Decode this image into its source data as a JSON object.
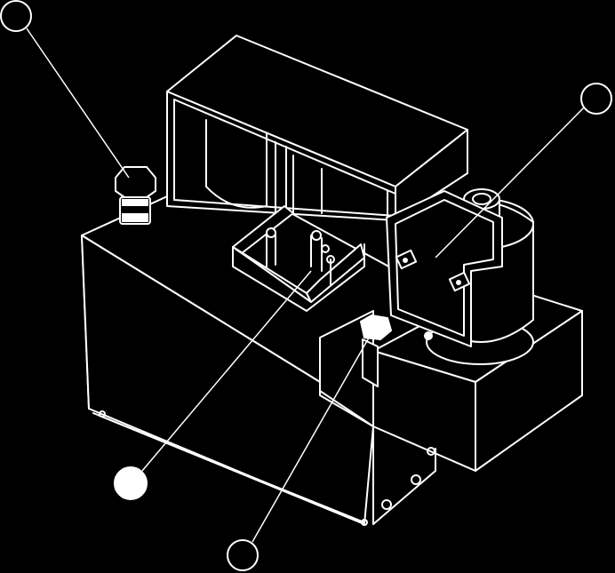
{
  "diagram": {
    "background": "#000000",
    "line_color": "#ffffff",
    "callouts": [
      {
        "id": "callout-top-left",
        "style": "open"
      },
      {
        "id": "callout-top-right",
        "style": "open"
      },
      {
        "id": "callout-bottom-left",
        "style": "filled"
      },
      {
        "id": "callout-bottom-center",
        "style": "open"
      }
    ]
  }
}
